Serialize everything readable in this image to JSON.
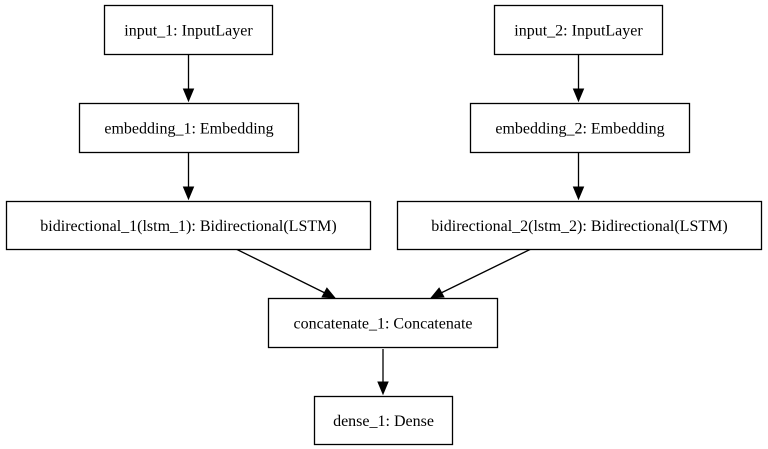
{
  "nodes": {
    "input_1": "input_1: InputLayer",
    "input_2": "input_2: InputLayer",
    "embedding_1": "embedding_1: Embedding",
    "embedding_2": "embedding_2: Embedding",
    "bidirectional_1": "bidirectional_1(lstm_1): Bidirectional(LSTM)",
    "bidirectional_2": "bidirectional_2(lstm_2): Bidirectional(LSTM)",
    "concatenate_1": "concatenate_1: Concatenate",
    "dense_1": "dense_1: Dense"
  },
  "edges": [
    {
      "from": "input_1",
      "to": "embedding_1"
    },
    {
      "from": "embedding_1",
      "to": "bidirectional_1"
    },
    {
      "from": "bidirectional_1",
      "to": "concatenate_1"
    },
    {
      "from": "input_2",
      "to": "embedding_2"
    },
    {
      "from": "embedding_2",
      "to": "bidirectional_2"
    },
    {
      "from": "bidirectional_2",
      "to": "concatenate_1"
    },
    {
      "from": "concatenate_1",
      "to": "dense_1"
    }
  ]
}
